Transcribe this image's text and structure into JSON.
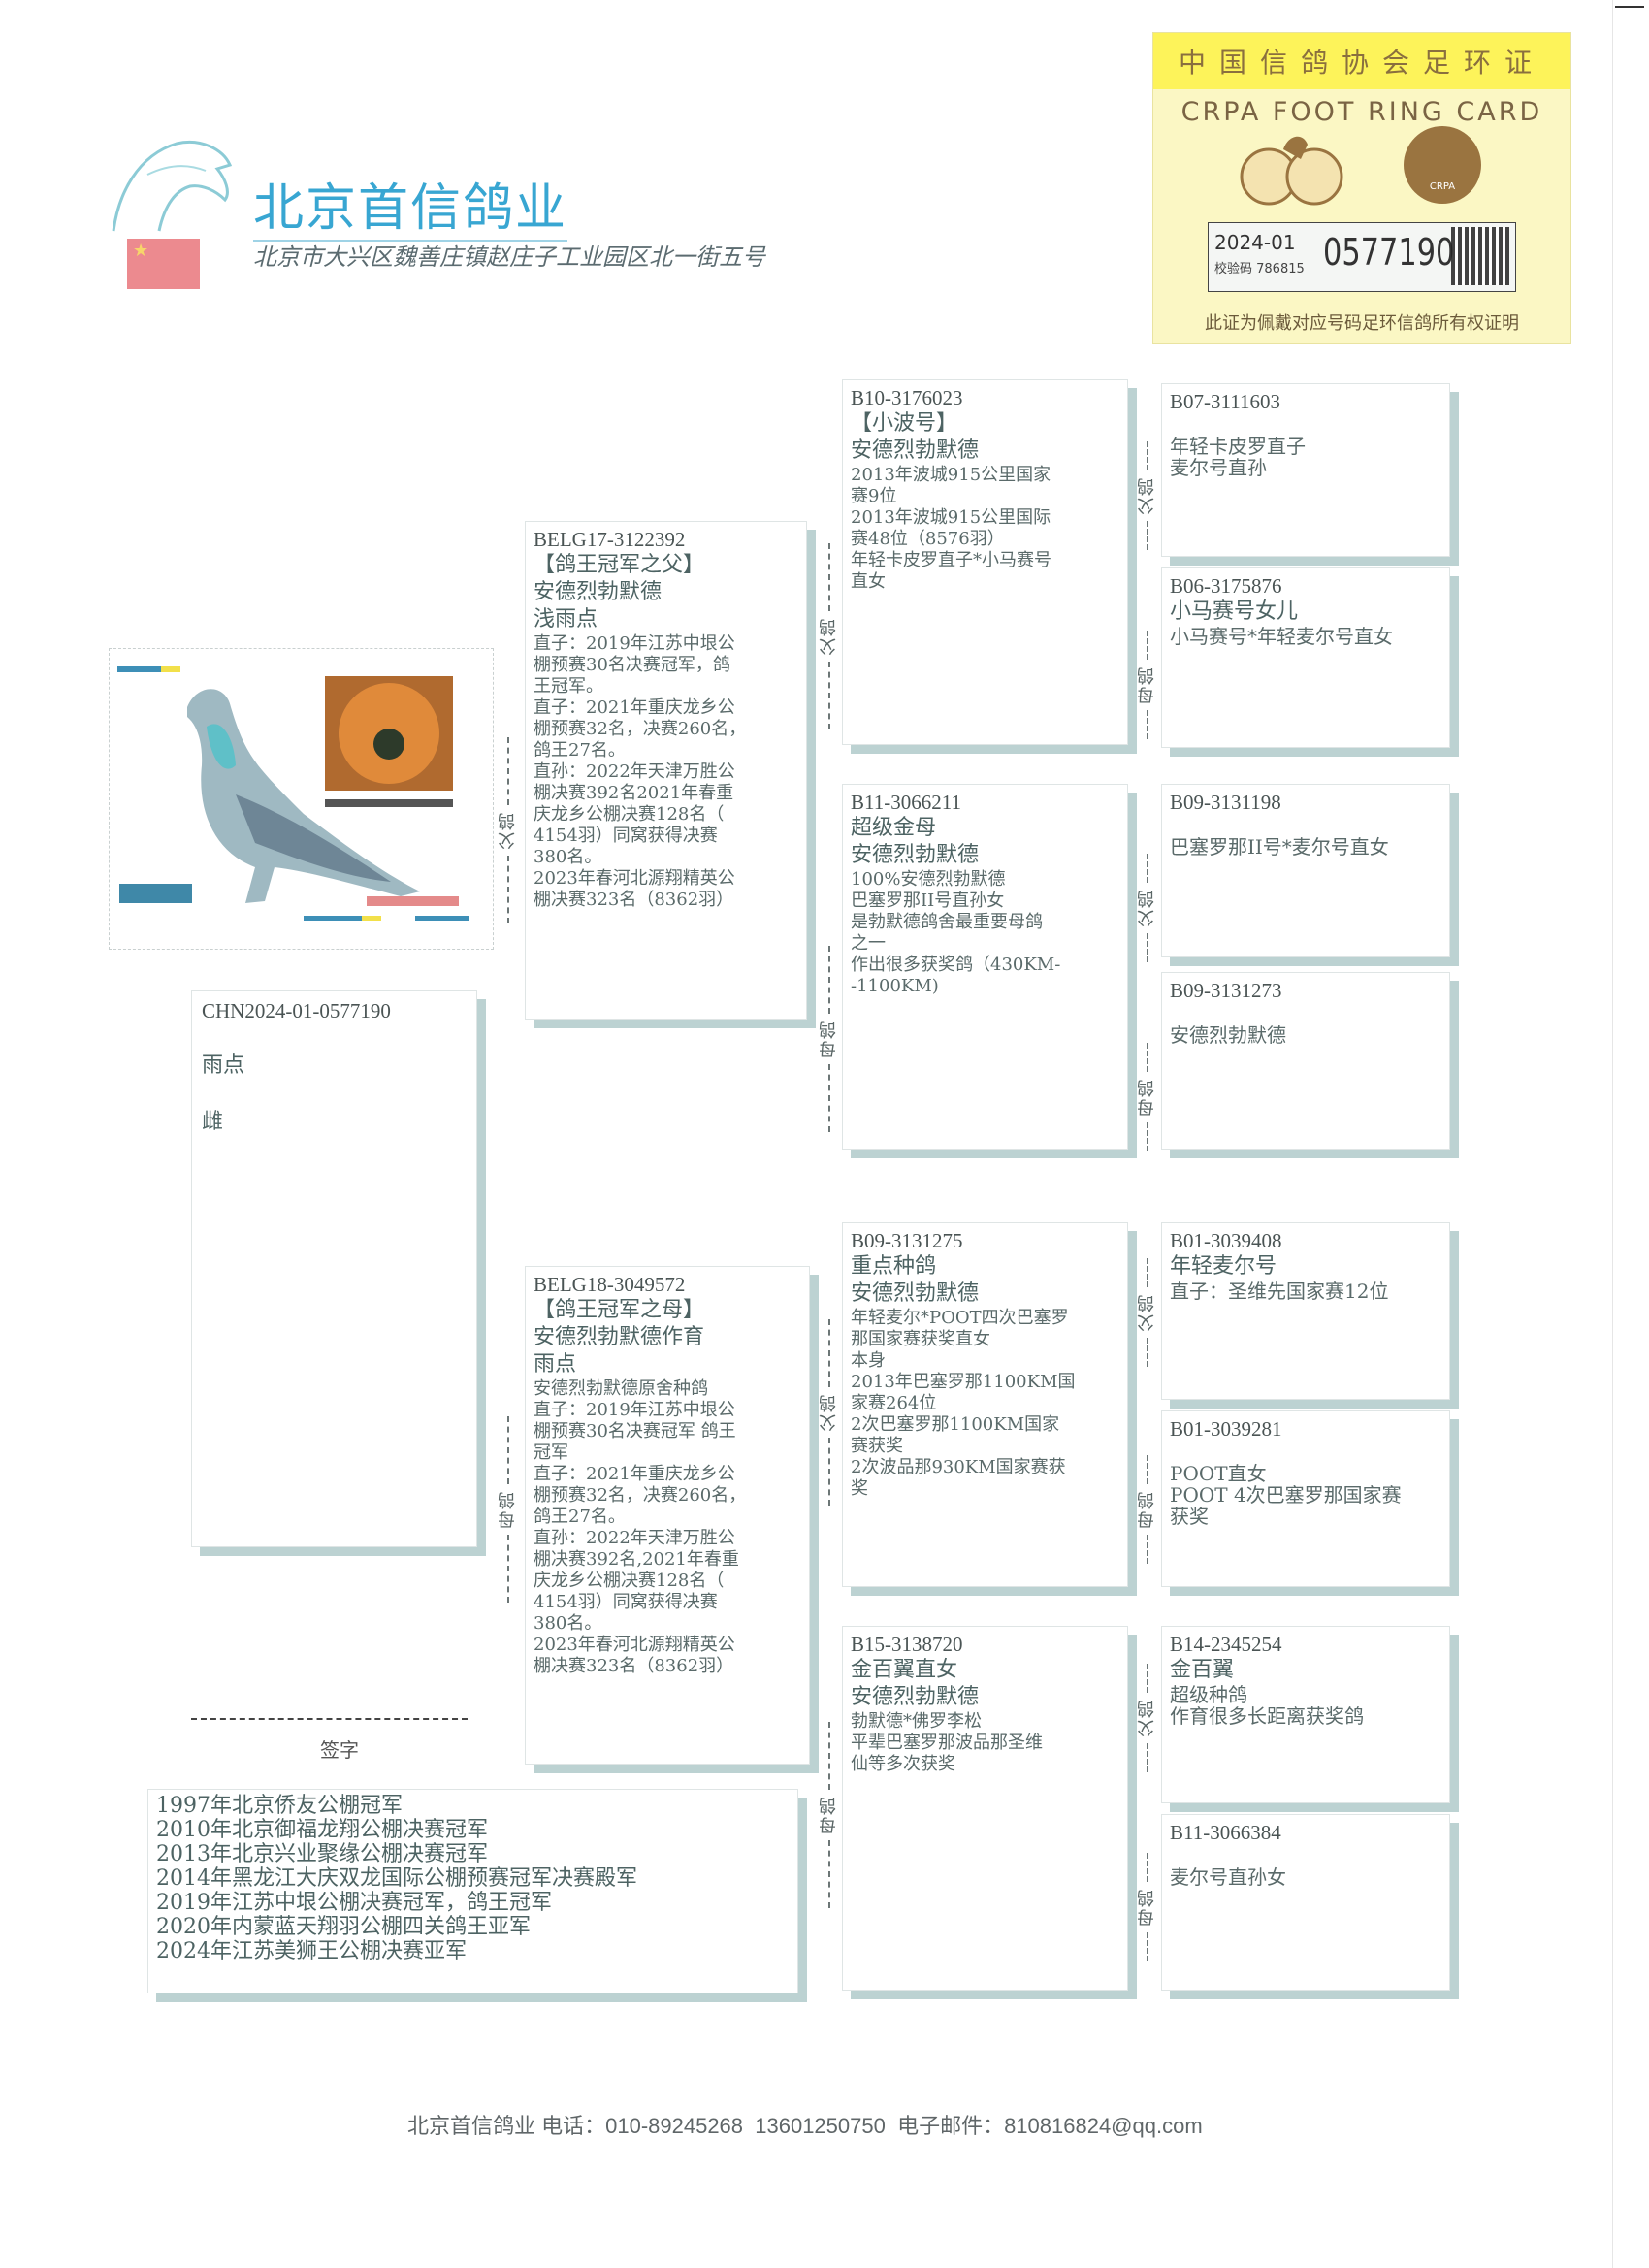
{
  "header": {
    "brand_title": "北京首信鸽业",
    "address": "北京市大兴区魏善庄镇赵庄子工业园区北一街五号"
  },
  "ring_card": {
    "title_cn": "中国信鸽协会足环证",
    "title_en": "CRPA FOOT RING CARD",
    "logo_text": "CRPA",
    "year_code": "2024-01",
    "check_code": "校验码 786815",
    "ring_number": "0577190",
    "note": "此证为佩戴对应号码足环信鸽所有权证明",
    "colors": {
      "band": "#fdf35a",
      "card": "#fbf7c4"
    }
  },
  "subject": {
    "ring": "CHN2024-01-0577190",
    "color": "雨点",
    "sex": "雌"
  },
  "labels": {
    "sire": "父鸽",
    "dam": "母鸽",
    "signature": "签字"
  },
  "sire": {
    "lines": [
      "BELG17-3122392",
      "【鸽王冠军之父】",
      "安德烈勃默德",
      "浅雨点"
    ],
    "details": [
      "直子：2019年江苏中垠公",
      "棚预赛30名决赛冠军，鸽",
      "王冠军。",
      "直子：2021年重庆龙乡公",
      "棚预赛32名，决赛260名，",
      "鸽王27名。",
      "直孙：2022年天津万胜公",
      "棚决赛392名2021年春重",
      "庆龙乡公棚决赛128名（",
      "4154羽）同窝获得决赛",
      "380名。",
      "2023年春河北源翔精英公",
      "棚决赛323名（8362羽）"
    ]
  },
  "dam": {
    "lines": [
      "BELG18-3049572",
      "【鸽王冠军之母】",
      "安德烈勃默德作育",
      "雨点"
    ],
    "details": [
      "安德烈勃默德原舍种鸽",
      "直子：2019年江苏中垠公",
      "棚预赛30名决赛冠军 鸽王",
      "冠军",
      "直子：2021年重庆龙乡公",
      "棚预赛32名，决赛260名，",
      "鸽王27名。",
      "直孙：2022年天津万胜公",
      "棚决赛392名,2021年春重",
      "庆龙乡公棚决赛128名（",
      "4154羽）同窝获得决赛",
      "380名。",
      "2023年春河北源翔精英公",
      "棚决赛323名（8362羽）"
    ]
  },
  "grandparents": [
    {
      "lines": [
        "B10-3176023",
        "【小波号】",
        "安德烈勃默德"
      ],
      "details": [
        "2013年波城915公里国家",
        "赛9位",
        "2013年波城915公里国际",
        "赛48位（8576羽）",
        "年轻卡皮罗直子*小马赛号",
        "直女"
      ]
    },
    {
      "lines": [
        "B11-3066211",
        "超级金母",
        "安德烈勃默德"
      ],
      "details": [
        "100%安德烈勃默德",
        "巴塞罗那II号直孙女",
        "是勃默德鸽舍最重要母鸽",
        "之一",
        "作出很多获奖鸽（430KM-",
        "-1100KM)"
      ]
    },
    {
      "lines": [
        "B09-3131275",
        "重点种鸽",
        "安德烈勃默德"
      ],
      "details": [
        "年轻麦尔*POOT四次巴塞罗",
        "那国家赛获奖直女",
        "本身",
        "2013年巴塞罗那1100KM国",
        "家赛264位",
        "2次巴塞罗那1100KM国家",
        "赛获奖",
        "2次波品那930KM国家赛获",
        "奖"
      ]
    },
    {
      "lines": [
        "B15-3138720",
        "金百翼直女",
        "安德烈勃默德"
      ],
      "details": [
        "勃默德*佛罗李松",
        "平辈巴塞罗那波品那圣维",
        "仙等多次获奖"
      ]
    }
  ],
  "great_grandparents": [
    {
      "id": "B07-3111603",
      "details": [
        "年轻卡皮罗直子",
        "麦尔号直孙"
      ]
    },
    {
      "id": "B06-3175876",
      "name": "小马赛号女儿",
      "details": [
        "小马赛号*年轻麦尔号直女"
      ]
    },
    {
      "id": "B09-3131198",
      "details": [
        "巴塞罗那II号*麦尔号直女"
      ]
    },
    {
      "id": "B09-3131273",
      "details": [
        "安德烈勃默德"
      ]
    },
    {
      "id": "B01-3039408",
      "name": "年轻麦尔号",
      "details": [
        "直子：圣维先国家赛12位"
      ]
    },
    {
      "id": "B01-3039281",
      "details": [
        "POOT直女",
        "POOT 4次巴塞罗那国家赛",
        "获奖"
      ]
    },
    {
      "id": "B14-2345254",
      "name": "金百翼",
      "details": [
        "超级种鸽",
        "作育很多长距离获奖鸽"
      ]
    },
    {
      "id": "B11-3066384",
      "details": [
        "麦尔号直孙女"
      ]
    }
  ],
  "achievements": [
    "1997年北京侨友公棚冠军",
    "2010年北京御福龙翔公棚决赛冠军",
    "2013年北京兴业聚缘公棚决赛冠军",
    "2014年黑龙江大庆双龙国际公棚预赛冠军决赛殿军",
    "2019年江苏中垠公棚决赛冠军，鸽王冠军",
    "2020年内蒙蓝天翔羽公棚四关鸽王亚军",
    "2024年江苏美狮王公棚决赛亚军"
  ],
  "footer": "北京首信鸽业 电话：010-89245268  13601250750  电子邮件：810816824@qq.com"
}
